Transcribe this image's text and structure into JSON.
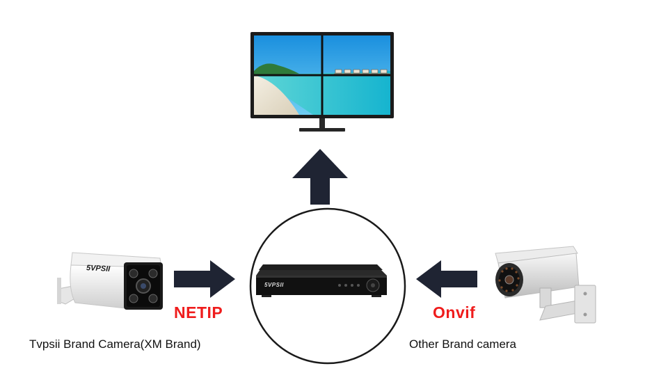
{
  "diagram": {
    "left_camera": {
      "brand_mark": "5VPSII",
      "caption": "Tvpsii Brand Camera(XM Brand)",
      "protocol": "NETIP"
    },
    "right_camera": {
      "caption": "Other Brand camera",
      "protocol": "Onvif"
    },
    "recorder": {
      "brand_mark": "5VPSII"
    },
    "colors": {
      "arrow": "#1f2433",
      "protocol_text": "#ef1c1c",
      "circle": "#1a1a1a",
      "screen_sky": "#2ea8e6",
      "sea": "#36c9d6",
      "sand": "#efe7d6"
    }
  }
}
